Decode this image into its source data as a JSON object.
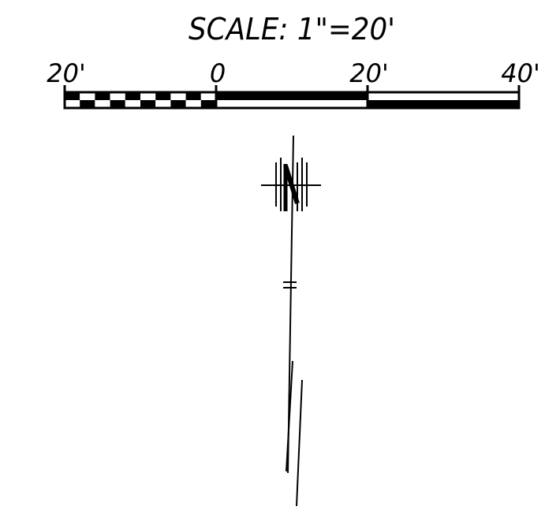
{
  "scale_bar": {
    "title": "SCALE: 1\"=20'",
    "ticks": [
      {
        "label": "20'",
        "value": -20
      },
      {
        "label": "0",
        "value": 0
      },
      {
        "label": "20'",
        "value": 20
      },
      {
        "label": "40'",
        "value": 40
      }
    ],
    "checker_segments": 10
  },
  "north_arrow": {
    "letter": "N"
  },
  "colors": {
    "ink": "#000000",
    "paper": "#ffffff"
  }
}
